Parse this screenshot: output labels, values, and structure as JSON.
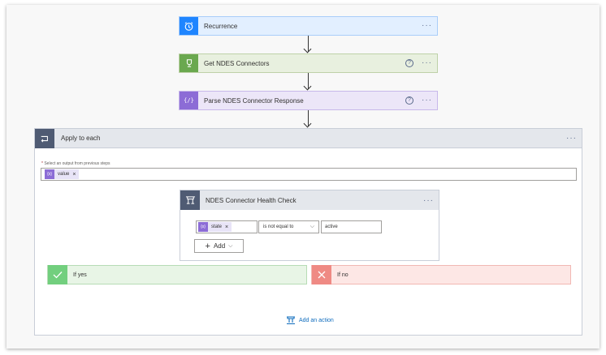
{
  "steps": [
    {
      "title": "Recurrence",
      "icon": "alarm-clock-icon",
      "has_help": false,
      "accent": "#1f85ff",
      "bg": "#e2efff",
      "border": "#a9cdf9"
    },
    {
      "title": "Get NDES Connectors",
      "icon": "trophy-icon",
      "has_help": true,
      "accent": "#6aa84f",
      "bg": "#e8f0df",
      "border": "#bed1a8"
    },
    {
      "title": "Parse NDES Connector Response",
      "icon": "code-braces-icon",
      "has_help": true,
      "accent": "#8c6cd6",
      "bg": "#ece6f8",
      "border": "#c7b8ea"
    }
  ],
  "more_label": "···",
  "help_label": "?",
  "apply_to_each": {
    "title": "Apply to each",
    "select_label": "Select an output from previous steps",
    "required_mark": "*",
    "token": {
      "label": "value",
      "remove": "×",
      "icon_text": "{x}"
    }
  },
  "condition": {
    "title": "NDES Connector Health Check",
    "left_token": {
      "label": "state",
      "remove": "×",
      "icon_text": "{x}"
    },
    "operator": "is not equal to",
    "right_value": "active",
    "add_label": "Add",
    "add_plus": "+",
    "chevron": "⌵"
  },
  "branches": {
    "yes": {
      "title": "If yes",
      "accent": "#72cf7e",
      "bg": "#e8f5e6",
      "border": "#b7dcb5"
    },
    "no": {
      "title": "If no",
      "accent": "#ef8a84",
      "bg": "#fde7e5",
      "border": "#f1b8b3"
    }
  },
  "add_action": {
    "label": "Add an action"
  }
}
